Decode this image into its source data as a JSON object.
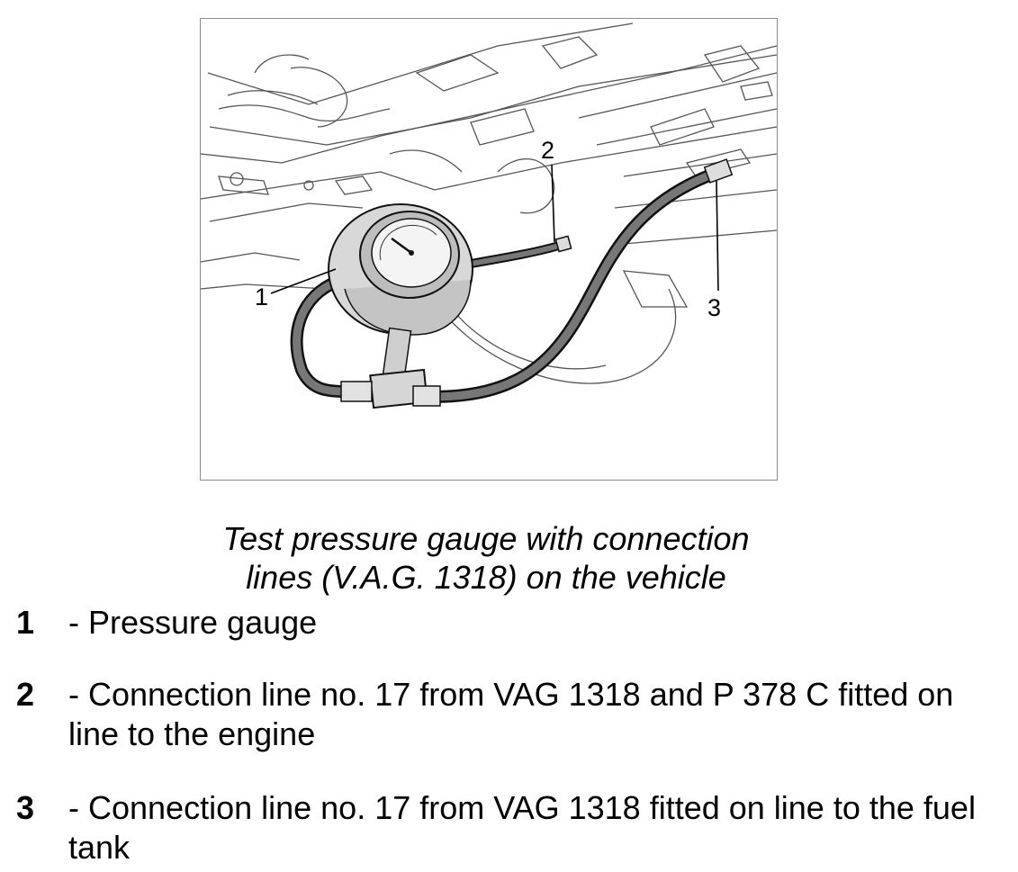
{
  "figure": {
    "callouts": [
      "1",
      "2",
      "3"
    ]
  },
  "caption": {
    "line1": "Test pressure gauge with connection",
    "line2": "lines (V.A.G. 1318) on the vehicle"
  },
  "legend": [
    {
      "number": "1",
      "text": "- Pressure gauge"
    },
    {
      "number": "2",
      "text": "- Connection line no. 17 from VAG 1318 and P 378 C fitted on line to the engine"
    },
    {
      "number": "3",
      "text": "- Connection line no. 17 from VAG 1318 fitted on line to the fuel tank"
    }
  ]
}
